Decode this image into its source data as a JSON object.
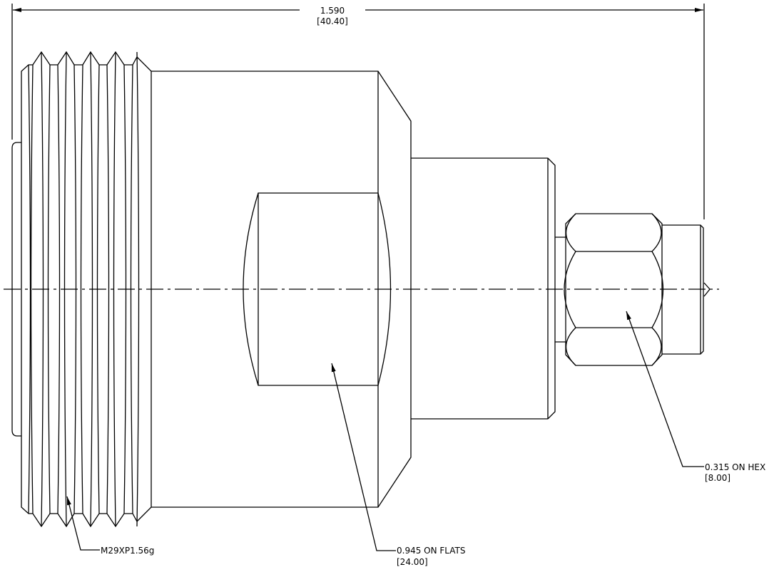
{
  "overall_dimension": {
    "inch": "1.590",
    "mm": "[40.40]"
  },
  "flats_callout": {
    "inch": "0.945 ON FLATS",
    "mm": "[24.00]"
  },
  "hex_callout": {
    "inch": "0.315 ON HEX",
    "mm": "[8.00]"
  },
  "thread_callout": {
    "label": "M29XP1.56g"
  },
  "colors": {
    "line": "#000000",
    "background": "#ffffff"
  }
}
